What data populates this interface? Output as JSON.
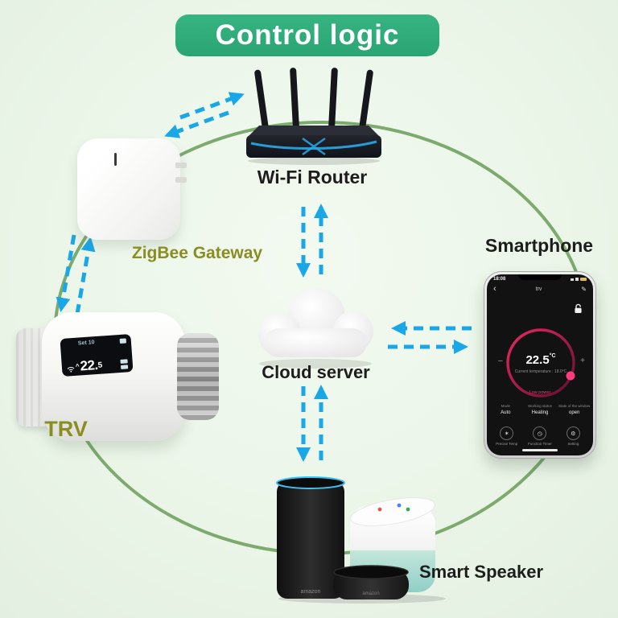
{
  "title": "Control logic",
  "colors": {
    "banner_green": "#31af7c",
    "arrow_blue": "#1aa7e8",
    "circle_green": "#7cab6d",
    "olive_label": "#8a8e21",
    "dark_label": "#1d1d1d",
    "dial_ring": "#e91e63",
    "dial_handle": "#ff3b7c"
  },
  "nodes": {
    "router": {
      "label": "Wi-Fi Router"
    },
    "gateway": {
      "label": "ZigBee Gateway"
    },
    "trv": {
      "label": "TRV",
      "display": {
        "set_label": "Set 10",
        "temp_int": "22.",
        "temp_dec": "5"
      }
    },
    "cloud": {
      "label": "Cloud server"
    },
    "smartphone": {
      "label": "Smartphone"
    },
    "speaker": {
      "label": "Smart Speaker",
      "brand": "amazon"
    }
  },
  "phone_app": {
    "time": "18:08",
    "back_icon": "‹",
    "nav_title": "trv",
    "edit_icon": "✎",
    "temp": "22.5",
    "temp_unit": "°C",
    "current_temp": "Current temperature : 18.0°C",
    "minus": "–",
    "plus": "+",
    "low_power": "Low power",
    "stats": [
      {
        "label": "Mode",
        "value": "Auto"
      },
      {
        "label": "Working status",
        "value": "Heating"
      },
      {
        "label": "State of the window",
        "value": "open"
      }
    ],
    "buttons": [
      {
        "icon": "✶",
        "label": "Precise Temp"
      },
      {
        "icon": "◷",
        "label": "Function Timer"
      },
      {
        "icon": "⚙",
        "label": "Setting"
      }
    ]
  }
}
